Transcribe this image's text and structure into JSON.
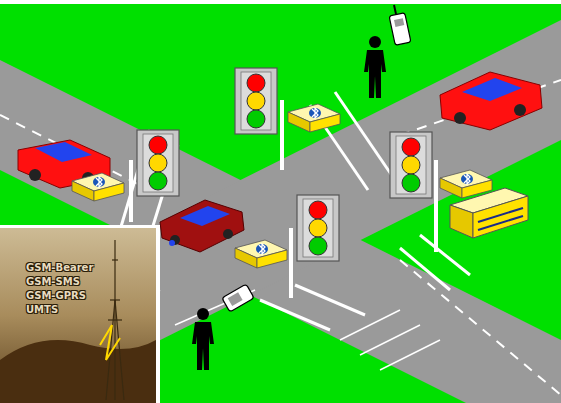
{
  "diagram": {
    "labels": [
      "GSM-Bearer",
      "GSM-SMS",
      "GSM-GPRS",
      "UMTS"
    ]
  }
}
